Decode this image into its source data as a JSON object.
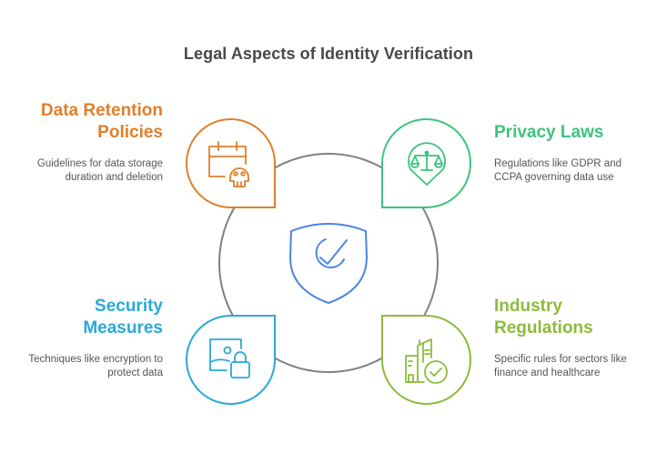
{
  "title": "Legal Aspects of Identity Verification",
  "colors": {
    "ring": "#808080",
    "center": "#4A86E0",
    "data_retention": "#E07F2C",
    "privacy": "#3CC47C",
    "security": "#2AA8D8",
    "industry": "#8DBB3A",
    "title": "#484848",
    "text": "#555555"
  },
  "center": {
    "icon": "shield-check-icon"
  },
  "items": [
    {
      "id": "data-retention",
      "title_line1": "Data Retention",
      "title_line2": "Policies",
      "desc_line1": "Guidelines for data storage",
      "desc_line2": "duration and deletion",
      "icon": "calendar-skull-icon",
      "position": "top-left"
    },
    {
      "id": "privacy-laws",
      "title_line1": "Privacy Laws",
      "title_line2": "",
      "desc_line1": "Regulations like GDPR and",
      "desc_line2": "CCPA governing data use",
      "icon": "scales-pin-icon",
      "position": "top-right"
    },
    {
      "id": "security-measures",
      "title_line1": "Security",
      "title_line2": "Measures",
      "desc_line1": "Techniques like encryption to",
      "desc_line2": "protect data",
      "icon": "image-lock-icon",
      "position": "bottom-left"
    },
    {
      "id": "industry-regulations",
      "title_line1": "Industry",
      "title_line2": "Regulations",
      "desc_line1": "Specific rules for sectors like",
      "desc_line2": "finance and healthcare",
      "icon": "building-check-icon",
      "position": "bottom-right"
    }
  ]
}
